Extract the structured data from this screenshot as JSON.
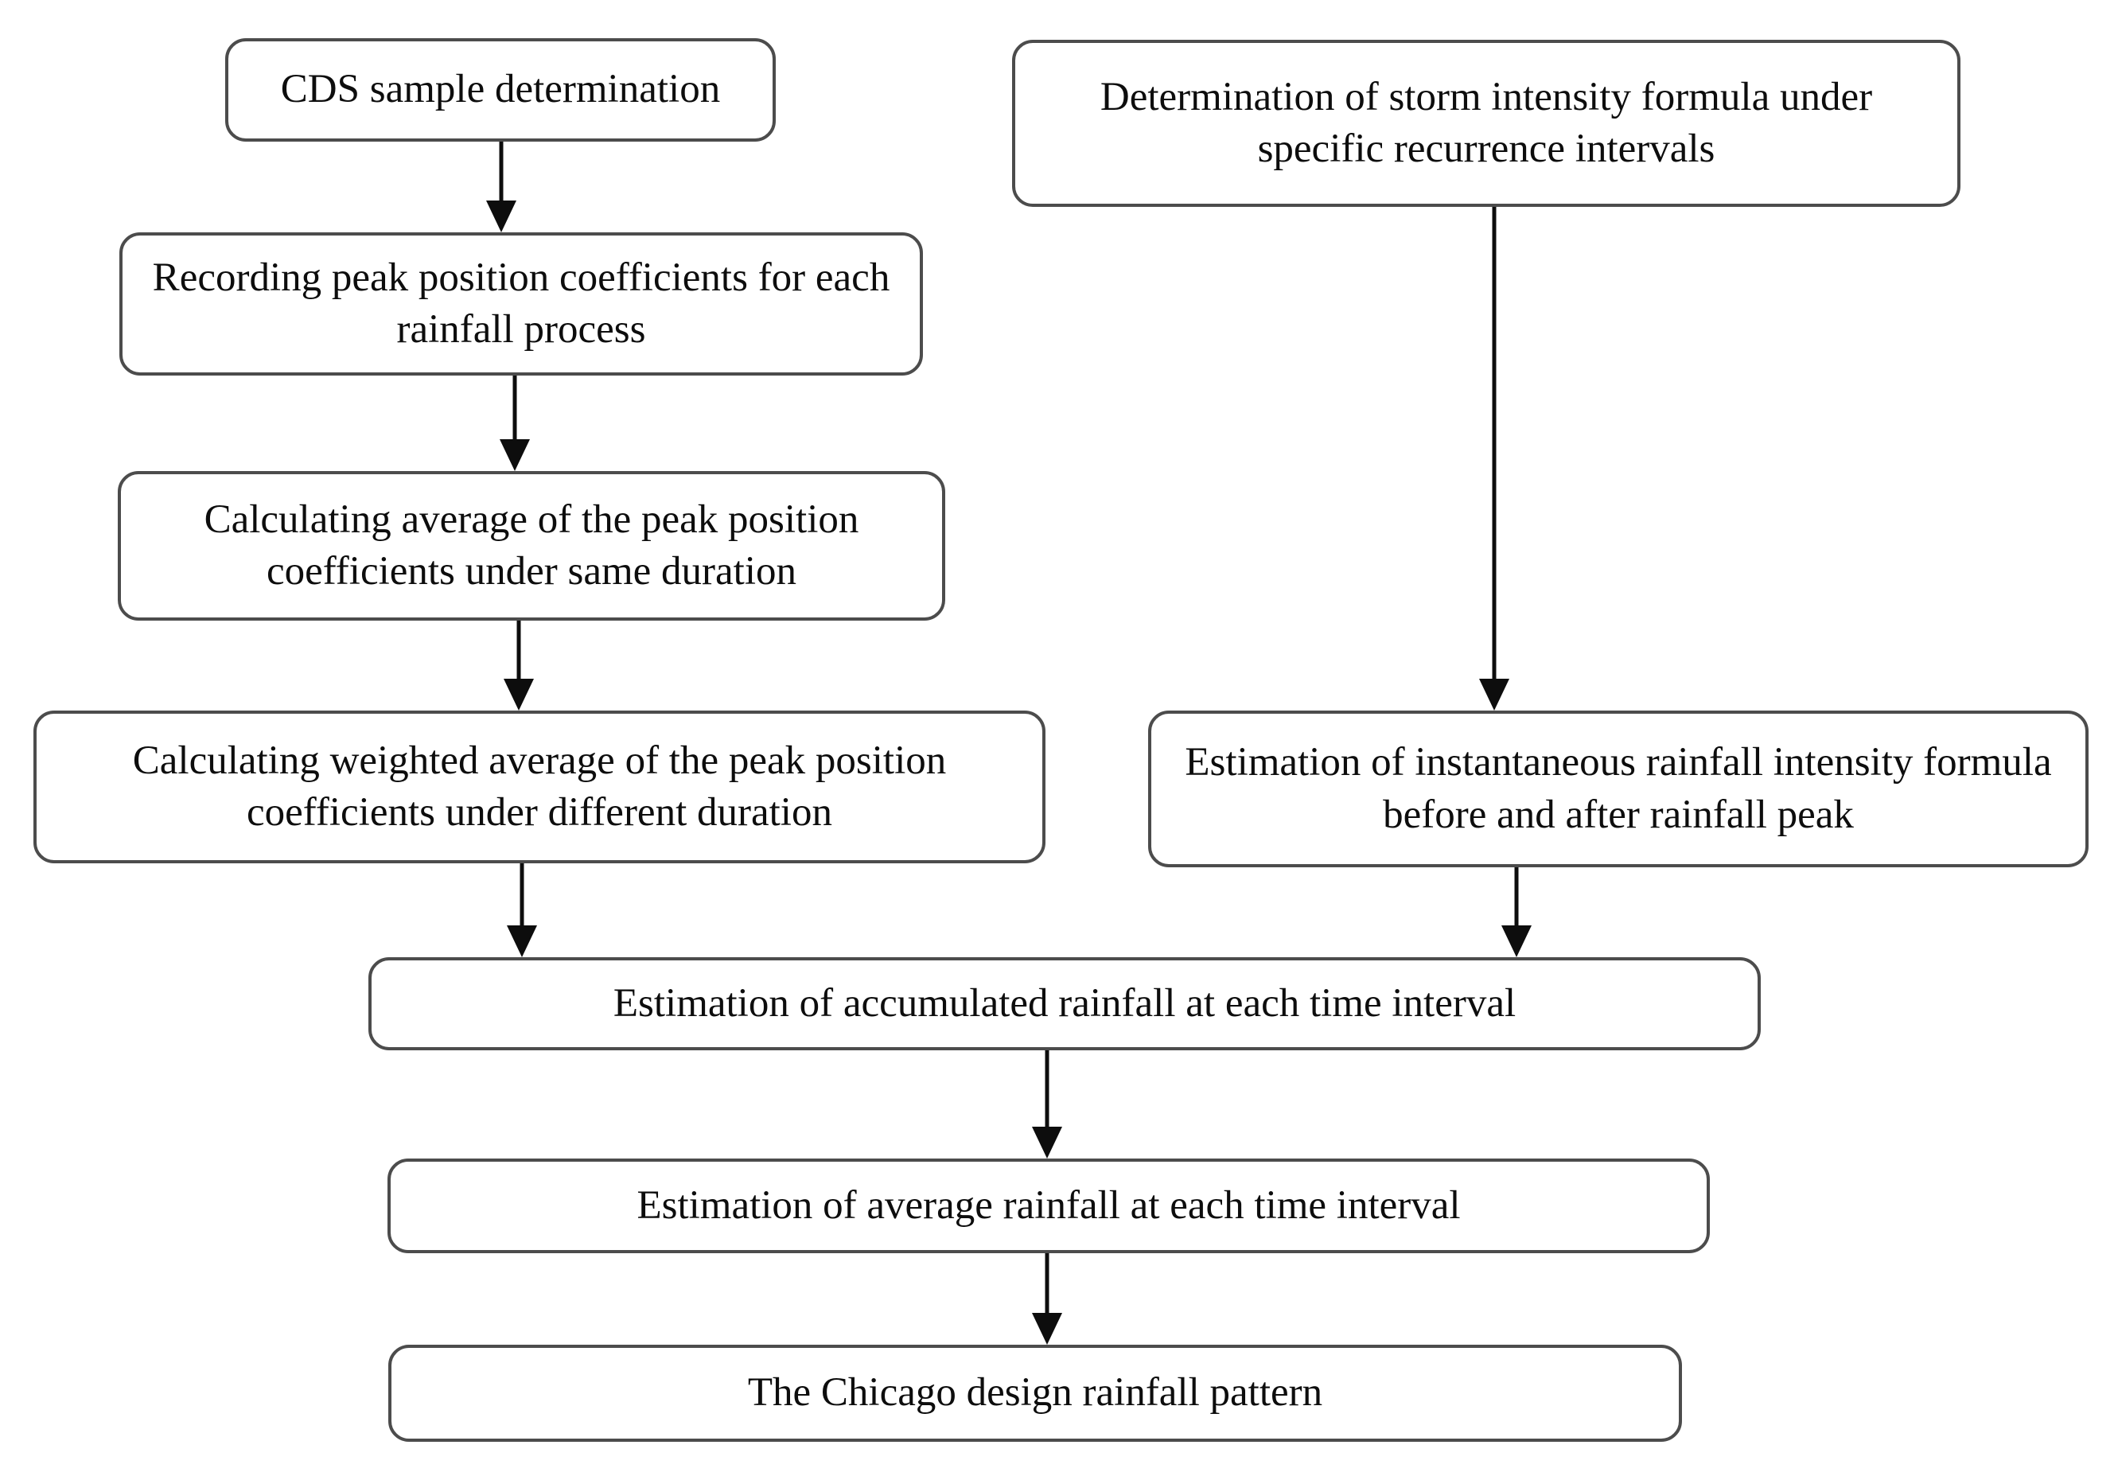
{
  "diagram": {
    "type": "flowchart",
    "colors": {
      "background": "#ffffff",
      "node_fill": "#ffffff",
      "node_border": "#4c4c4c",
      "text": "#0d0d0d",
      "arrow": "#0d0d0d"
    },
    "nodes": [
      {
        "id": "cds-sample-determination",
        "label": "CDS sample determination"
      },
      {
        "id": "recording-peak-position-coefficients",
        "label": "Recording peak position coefficients for each rainfall process"
      },
      {
        "id": "calculating-average-same-duration",
        "label": "Calculating average of the peak position coefficients under same duration"
      },
      {
        "id": "calculating-weighted-average-different-duration",
        "label": "Calculating weighted average of the peak position coefficients under different duration"
      },
      {
        "id": "storm-intensity-formula-determination",
        "label": "Determination of storm intensity formula under specific recurrence intervals"
      },
      {
        "id": "instantaneous-rainfall-intensity-estimation",
        "label": "Estimation of instantaneous rainfall intensity formula before and after rainfall peak"
      },
      {
        "id": "accumulated-rainfall-estimation",
        "label": "Estimation of accumulated rainfall at each time interval"
      },
      {
        "id": "average-rainfall-estimation",
        "label": "Estimation of average rainfall at each time interval"
      },
      {
        "id": "chicago-design-rainfall-pattern",
        "label": "The Chicago design rainfall pattern"
      }
    ],
    "edges": [
      {
        "from": "cds-sample-determination",
        "to": "recording-peak-position-coefficients"
      },
      {
        "from": "recording-peak-position-coefficients",
        "to": "calculating-average-same-duration"
      },
      {
        "from": "calculating-average-same-duration",
        "to": "calculating-weighted-average-different-duration"
      },
      {
        "from": "calculating-weighted-average-different-duration",
        "to": "accumulated-rainfall-estimation"
      },
      {
        "from": "storm-intensity-formula-determination",
        "to": "instantaneous-rainfall-intensity-estimation"
      },
      {
        "from": "instantaneous-rainfall-intensity-estimation",
        "to": "accumulated-rainfall-estimation"
      },
      {
        "from": "accumulated-rainfall-estimation",
        "to": "average-rainfall-estimation"
      },
      {
        "from": "average-rainfall-estimation",
        "to": "chicago-design-rainfall-pattern"
      }
    ]
  }
}
